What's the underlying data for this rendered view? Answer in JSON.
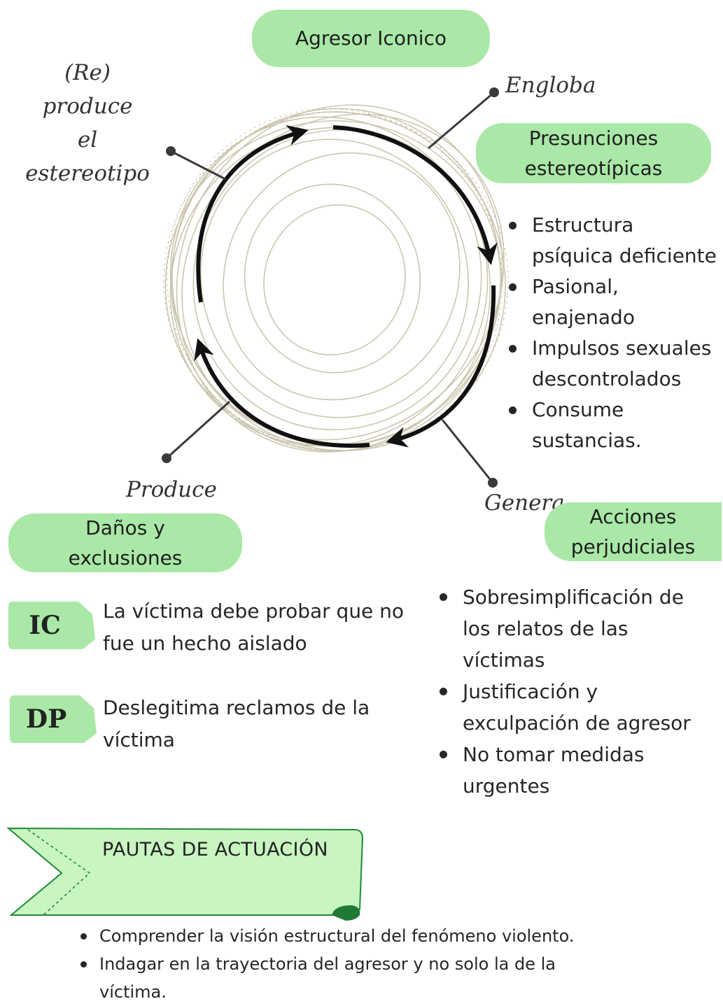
{
  "center_title": "Agresor Iconico",
  "connectors": {
    "reproduce": [
      "(Re) produce",
      "el",
      "estereotipo"
    ],
    "engloba": "Engloba",
    "produce": "Produce",
    "genera": "Genera"
  },
  "presunciones": {
    "title_lines": [
      "Presunciones",
      "estereotípicas"
    ],
    "items": [
      [
        "Estructura",
        "psíquica deficiente"
      ],
      [
        "Pasional,",
        "enajenado"
      ],
      [
        "Impulsos sexuales",
        "descontrolados"
      ],
      [
        "Consume",
        "sustancias."
      ]
    ]
  },
  "danos": {
    "title_lines": [
      "Daños y",
      "exclusiones"
    ],
    "tags": [
      {
        "label": "IC",
        "text_lines": [
          "La víctima debe probar que no",
          "fue un hecho aislado"
        ]
      },
      {
        "label": "DP",
        "text_lines": [
          "Deslegitima reclamos de la",
          "víctima"
        ]
      }
    ]
  },
  "acciones": {
    "title_lines": [
      "Acciones",
      "perjudiciales"
    ],
    "items": [
      [
        "Sobresimplificación de",
        "los relatos de las",
        "víctimas"
      ],
      [
        "Justificación y",
        "exculpación de agresor"
      ],
      [
        "No tomar medidas",
        "urgentes"
      ]
    ]
  },
  "pautas": {
    "title": "PAUTAS DE ACTUACIÓN",
    "items": [
      [
        "Comprender la visión estructural del fenómeno violento."
      ],
      [
        "Indagar en la trayectoria del agresor y no solo la de la",
        "víctima."
      ]
    ]
  },
  "colors": {
    "pill": "#a9e8a6",
    "banner_stroke": "#1f8a3a",
    "sketch": "#cdc6b0",
    "arrow": "#111111"
  }
}
